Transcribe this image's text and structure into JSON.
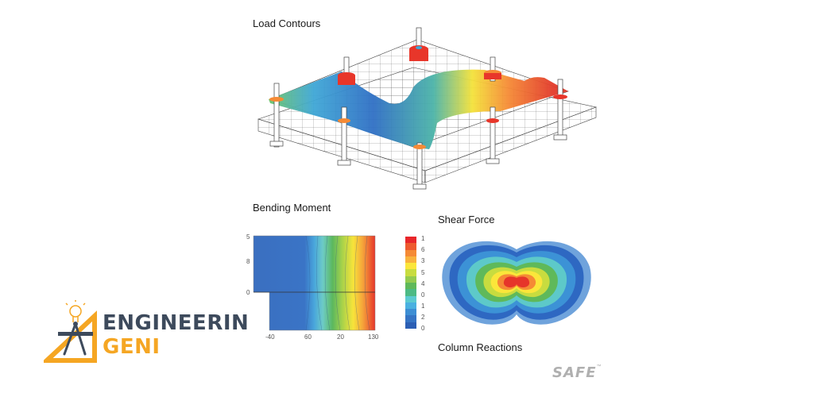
{
  "titles": {
    "load_contours": "Load Contours",
    "bending_moment": "Bending Moment",
    "shear_force": "Shear Force",
    "column_reactions": "Column Reactions"
  },
  "logo": {
    "line1": "ENGINEERIN",
    "line2": "GENI",
    "text_color": "#3d4a5c",
    "accent_color": "#f5a623"
  },
  "brand": {
    "label": "SAFE",
    "tm": "™"
  },
  "chart_data": [
    {
      "type": "heatmap",
      "title": "Bending Moment",
      "xlabel": "",
      "ylabel": "",
      "x_ticks": [
        "-40",
        "60",
        "20",
        "130"
      ],
      "y_ticks": [
        "5",
        "8",
        "0"
      ],
      "description": "Contour plot, values increasing left (blue) to right (red)"
    },
    {
      "type": "heatmap",
      "title": "Colorbar legend",
      "tick_labels": [
        "1",
        "6",
        "3",
        "5",
        "4",
        "0",
        "1",
        "2",
        "0"
      ],
      "colors": [
        "#e8262a",
        "#ee5a2e",
        "#f58a35",
        "#f9b23c",
        "#fbe63a",
        "#c8dc3f",
        "#94cb4f",
        "#5fb95a",
        "#4dba84",
        "#5ccad0",
        "#4ab0e0",
        "#3d8ed4",
        "#3574c4",
        "#2c5fb4"
      ]
    },
    {
      "type": "heatmap",
      "title": "Shear Force",
      "description": "Double-lobed contour, red peak at center fading to blue at edges"
    }
  ]
}
